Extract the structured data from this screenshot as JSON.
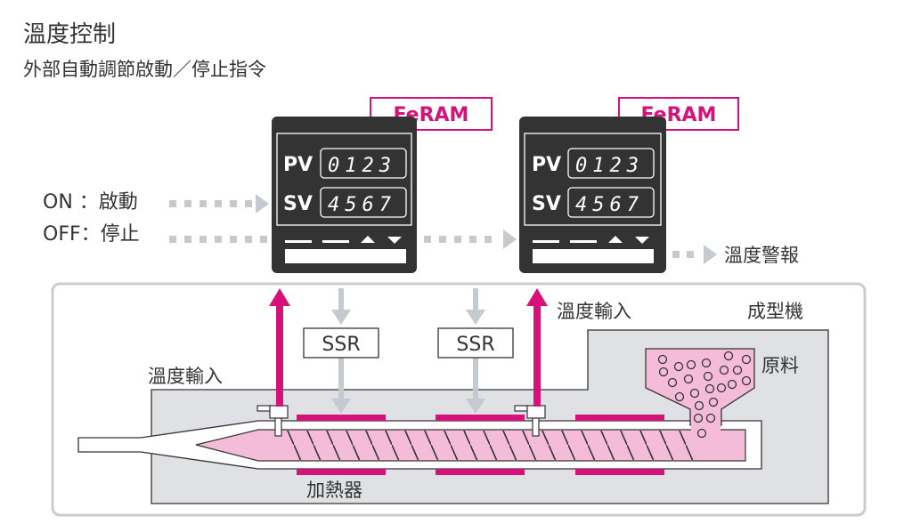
{
  "header": {
    "title": "溫度控制",
    "subtitle": "外部自動調節啟動／停止指令"
  },
  "inputs": {
    "on_label": "ON ：啟動",
    "off_label": "OFF：停止"
  },
  "controllers": [
    {
      "memory_badge": "FeRAM",
      "pv_label": "PV",
      "pv_value": "0123",
      "sv_label": "SV",
      "sv_value": "4567"
    },
    {
      "memory_badge": "FeRAM",
      "pv_label": "PV",
      "pv_value": "0123",
      "sv_label": "SV",
      "sv_value": "4567"
    }
  ],
  "outputs": {
    "alarm_label": "溫度警報"
  },
  "machine": {
    "label": "成型機",
    "temp_input_left": "溫度輸入",
    "temp_input_right": "溫度輸入",
    "ssr_1": "SSR",
    "ssr_2": "SSR",
    "heater_label": "加熱器",
    "material_label": "原料"
  },
  "colors": {
    "accent": "#d6127a",
    "controller_body": "#333333",
    "arrow_gray": "#c5c9d0",
    "machine_fill": "#dfe1e5",
    "material_pink": "#f4bcd9"
  }
}
